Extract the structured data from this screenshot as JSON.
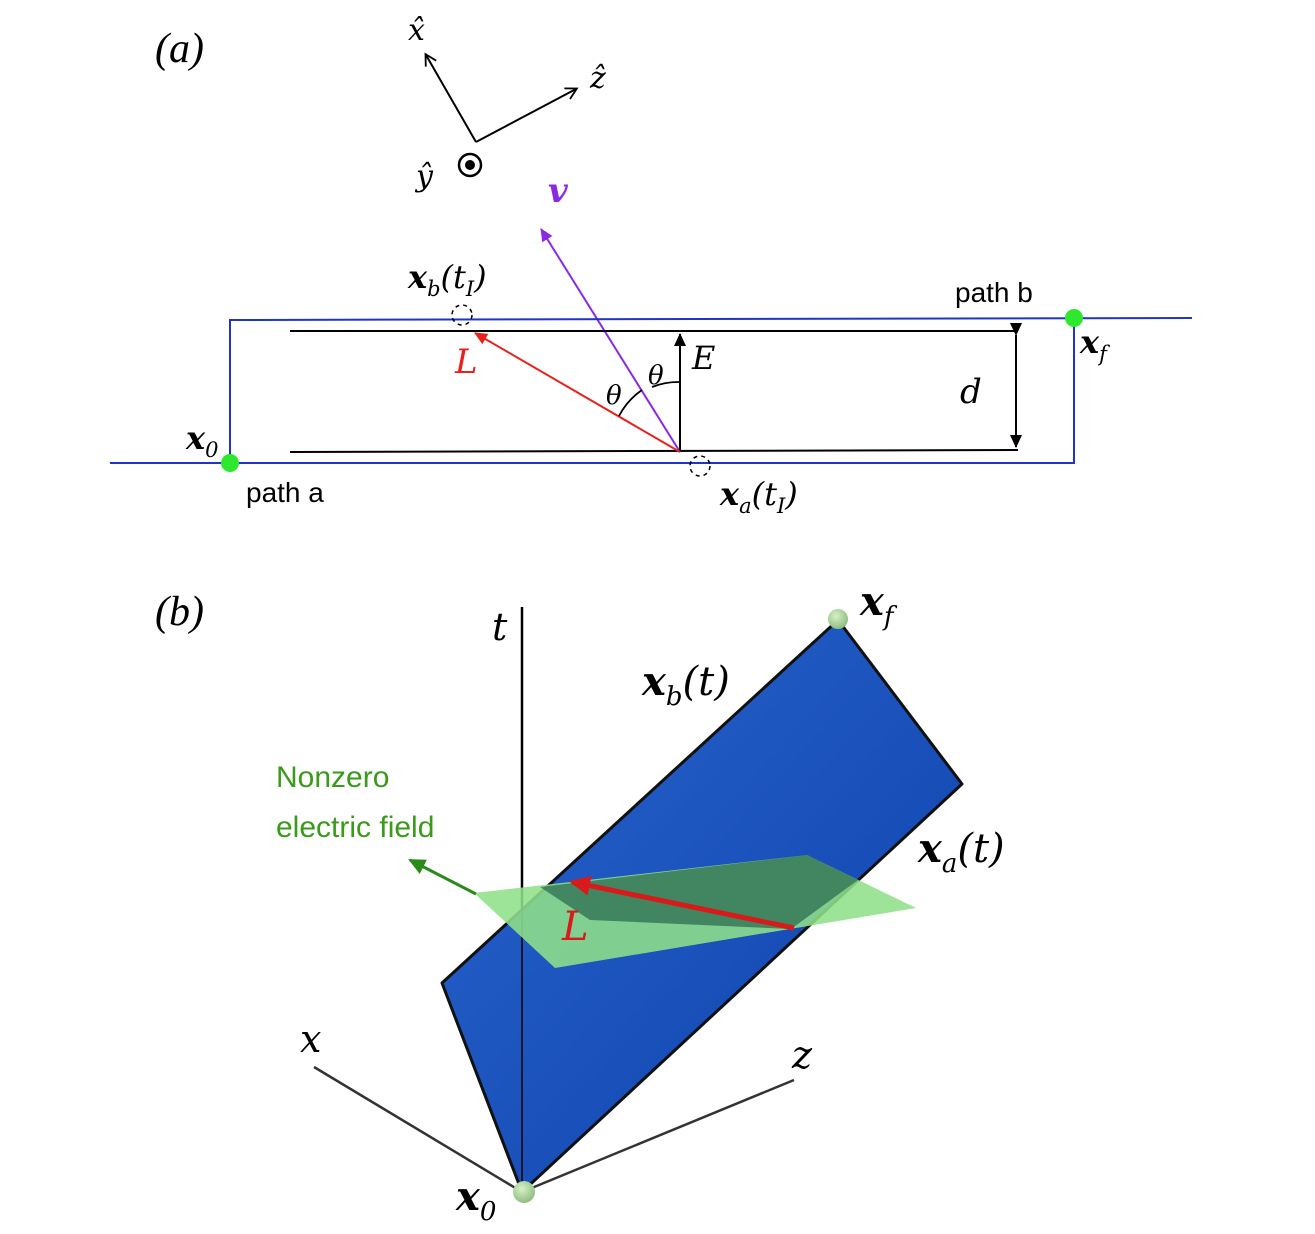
{
  "panel_a": {
    "label": "(a)",
    "axes": {
      "x_hat": "x̂",
      "z_hat": "ẑ",
      "y_hat": "ŷ"
    },
    "velocity": "v",
    "xb_tI": {
      "base": "x",
      "sub": "b",
      "arg": "(t",
      "arg_sub": "I",
      "close": ")"
    },
    "xa_tI": {
      "base": "x",
      "sub": "a",
      "arg": "(t",
      "arg_sub": "I",
      "close": ")"
    },
    "x0": {
      "base": "x",
      "sub": "0"
    },
    "xf": {
      "base": "x",
      "sub": "f"
    },
    "path_a": "path a",
    "path_b": "path b",
    "L": "L",
    "E": "E",
    "theta_left": "θ",
    "theta_right": "θ",
    "d": "d",
    "colors": {
      "path": "#1f35c8",
      "L": "#e8211b",
      "v": "#8a2be2",
      "endpoint": "#2ee82e"
    }
  },
  "panel_b": {
    "label": "(b)",
    "t_axis": "t",
    "x_axis": "x",
    "z_axis": "z",
    "xb_t": {
      "base": "x",
      "sub": "b",
      "arg": "(t)"
    },
    "xa_t": {
      "base": "x",
      "sub": "a",
      "arg": "(t)"
    },
    "xf": {
      "base": "x",
      "sub": "f"
    },
    "x0": {
      "base": "x",
      "sub": "0"
    },
    "field_line1": "Nonzero",
    "field_line2": "electric field",
    "L": "L",
    "colors": {
      "surface": "#1a4db8",
      "field_plane": "#8fe08a",
      "field_text": "#3a9a1a",
      "L": "#d81a1a"
    }
  }
}
